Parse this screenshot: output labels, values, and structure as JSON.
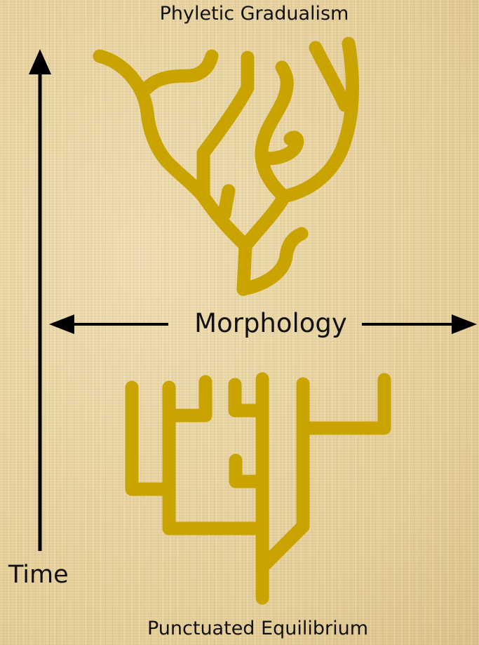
{
  "diagram": {
    "top_title": "Phyletic Gradualism",
    "bottom_title": "Punctuated Equilibrium",
    "x_axis_label": "Morphology",
    "y_axis_label": "Time"
  },
  "colors": {
    "branch": "#c9a300",
    "axis": "#000000",
    "background": "#e9d6a6"
  }
}
